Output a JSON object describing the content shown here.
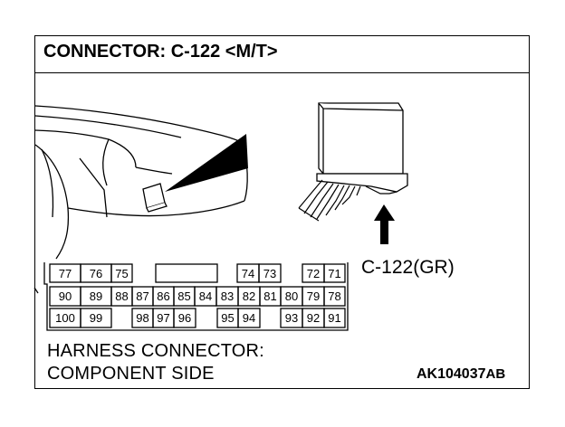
{
  "title": "CONNECTOR: C-122 <M/T>",
  "connector_label": "C-122(GR)",
  "harness": {
    "line1": "HARNESS CONNECTOR:",
    "line2": "COMPONENT SIDE"
  },
  "reference": {
    "code": "AK104037",
    "suffix": "AB"
  },
  "pins": {
    "row1": [
      "77",
      "76",
      "75",
      "74",
      "73",
      "72",
      "71"
    ],
    "row2": [
      "90",
      "89",
      "88",
      "87",
      "86",
      "85",
      "84",
      "83",
      "82",
      "81",
      "80",
      "79",
      "78"
    ],
    "row3": [
      "100",
      "99",
      "98",
      "97",
      "96",
      "95",
      "94",
      "93",
      "92",
      "91"
    ]
  }
}
